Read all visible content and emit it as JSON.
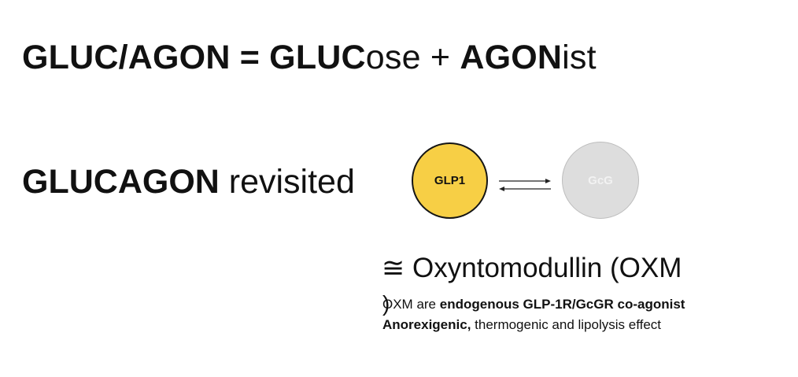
{
  "headline": {
    "part1": "GLUC/AGON = ",
    "part2": "GLUC",
    "part3": "ose + ",
    "part4": "AGON",
    "part5": "ist"
  },
  "subheading": {
    "bold": "GLUCAGON",
    "rest": " revisited"
  },
  "diagram": {
    "left_circle_label": "GLP1",
    "right_circle_label": "GcG",
    "left_color": "#f7cf45",
    "right_color": "#dddddd"
  },
  "oxm": {
    "title": "≅ Oxyntomodullin (OXM",
    "title_cont": ")",
    "line1_a": "OXM are ",
    "line1_b": "endogenous GLP-1R/GcGR co-agonist",
    "line2_a": "Anorexigenic,",
    "line2_b": " thermogenic and lipolysis effect"
  }
}
